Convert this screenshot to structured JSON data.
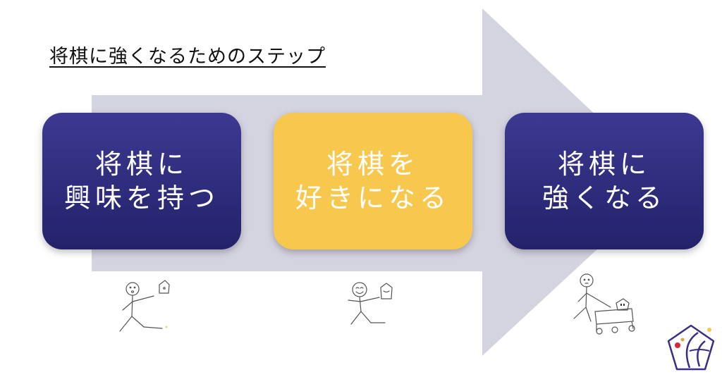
{
  "title": "将棋に強くなるためのステップ",
  "colors": {
    "arrow": "#d4d3e0",
    "step_navy": "#2e2c7c",
    "step_gold": "#f8c84e",
    "step_text": "#ffffff",
    "logo": "#3a2f86"
  },
  "steps": [
    {
      "label": "将棋に\n興味を持つ"
    },
    {
      "label": "将棋を\n好きになる"
    },
    {
      "label": "将棋に\n強くなる"
    }
  ],
  "illustrations": [
    {
      "icon": "stick-figure-holding-shogi-piece-icon"
    },
    {
      "icon": "stick-figure-smiling-with-shogi-piece-icon"
    },
    {
      "icon": "stick-figure-with-shogi-board-icon"
    }
  ],
  "logo": {
    "icon": "pentagon-logo-icon"
  }
}
